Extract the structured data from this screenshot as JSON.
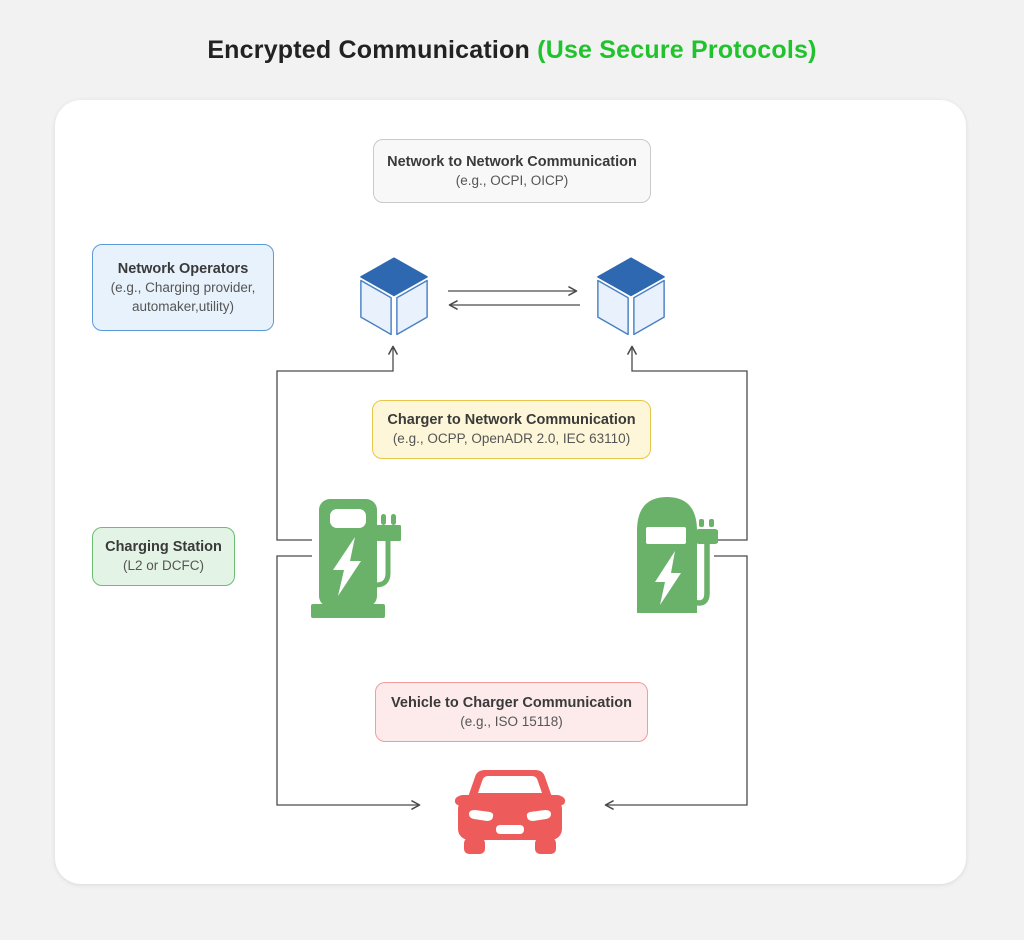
{
  "title": {
    "main": "Encrypted Communication",
    "accent": "(Use Secure Protocols)"
  },
  "diagram": {
    "network_to_network": {
      "title": "Network to Network Communication",
      "subtitle": "(e.g., OCPI, OICP)"
    },
    "network_operators": {
      "title": "Network Operators",
      "subtitle": "(e.g., Charging provider, automaker,utility)"
    },
    "charger_to_network": {
      "title": "Charger to Network Communication",
      "subtitle": "(e.g., OCPP, OpenADR 2.0, IEC 63110)"
    },
    "charging_station": {
      "title": "Charging Station",
      "subtitle": "(L2 or DCFC)"
    },
    "vehicle_to_charger": {
      "title": "Vehicle to Charger Communication",
      "subtitle": "(e.g., ISO 15118)"
    }
  },
  "icons": {
    "left_network_node": "network-cube-icon",
    "right_network_node": "network-cube-icon",
    "left_charging_station": "ev-charger-icon",
    "right_charging_station": "ev-charger-icon",
    "vehicle": "car-icon"
  },
  "colors": {
    "title_accent_green": "#21c32d",
    "cube_top_blue": "#2e68b0",
    "cube_face_blue": "#e9f2fc",
    "cube_stroke_blue": "#4a80c4",
    "charger_green": "#6ab169",
    "car_red": "#ee5b5b",
    "connector_gray": "#4a4a4a",
    "gray_box_bg": "#f8f8f8",
    "blue_box_bg": "#e8f2fc",
    "yellow_box_bg": "#fdf6d8",
    "green_box_bg": "#e3f3e5",
    "red_box_bg": "#fdebeb"
  }
}
